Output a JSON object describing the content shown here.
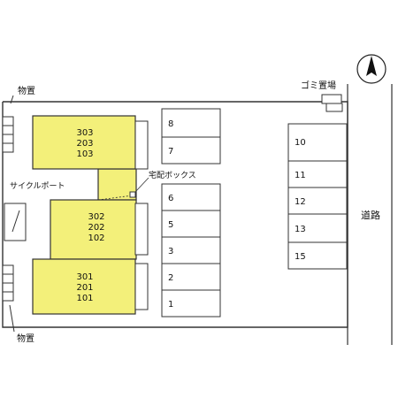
{
  "site_labels": {
    "storage_top": "物置",
    "storage_bottom": "物置",
    "garbage": "ゴミ置場",
    "cycle_port": "サイクルポート",
    "delivery_box": "宅配ボックス",
    "road": "道路"
  },
  "buildings": [
    {
      "units": [
        "303",
        "203",
        "103"
      ]
    },
    {
      "units": [
        "302",
        "202",
        "102"
      ]
    },
    {
      "units": [
        "301",
        "201",
        "101"
      ]
    }
  ],
  "parking_left": [
    "8",
    "7",
    "6",
    "5",
    "3",
    "2",
    "1"
  ],
  "parking_right": [
    "10",
    "11",
    "12",
    "13",
    "15"
  ],
  "colors": {
    "building_fill": "#f3f07a",
    "outline": "#333333",
    "background": "#ffffff"
  },
  "icons": {
    "north": "north-arrow-icon"
  }
}
